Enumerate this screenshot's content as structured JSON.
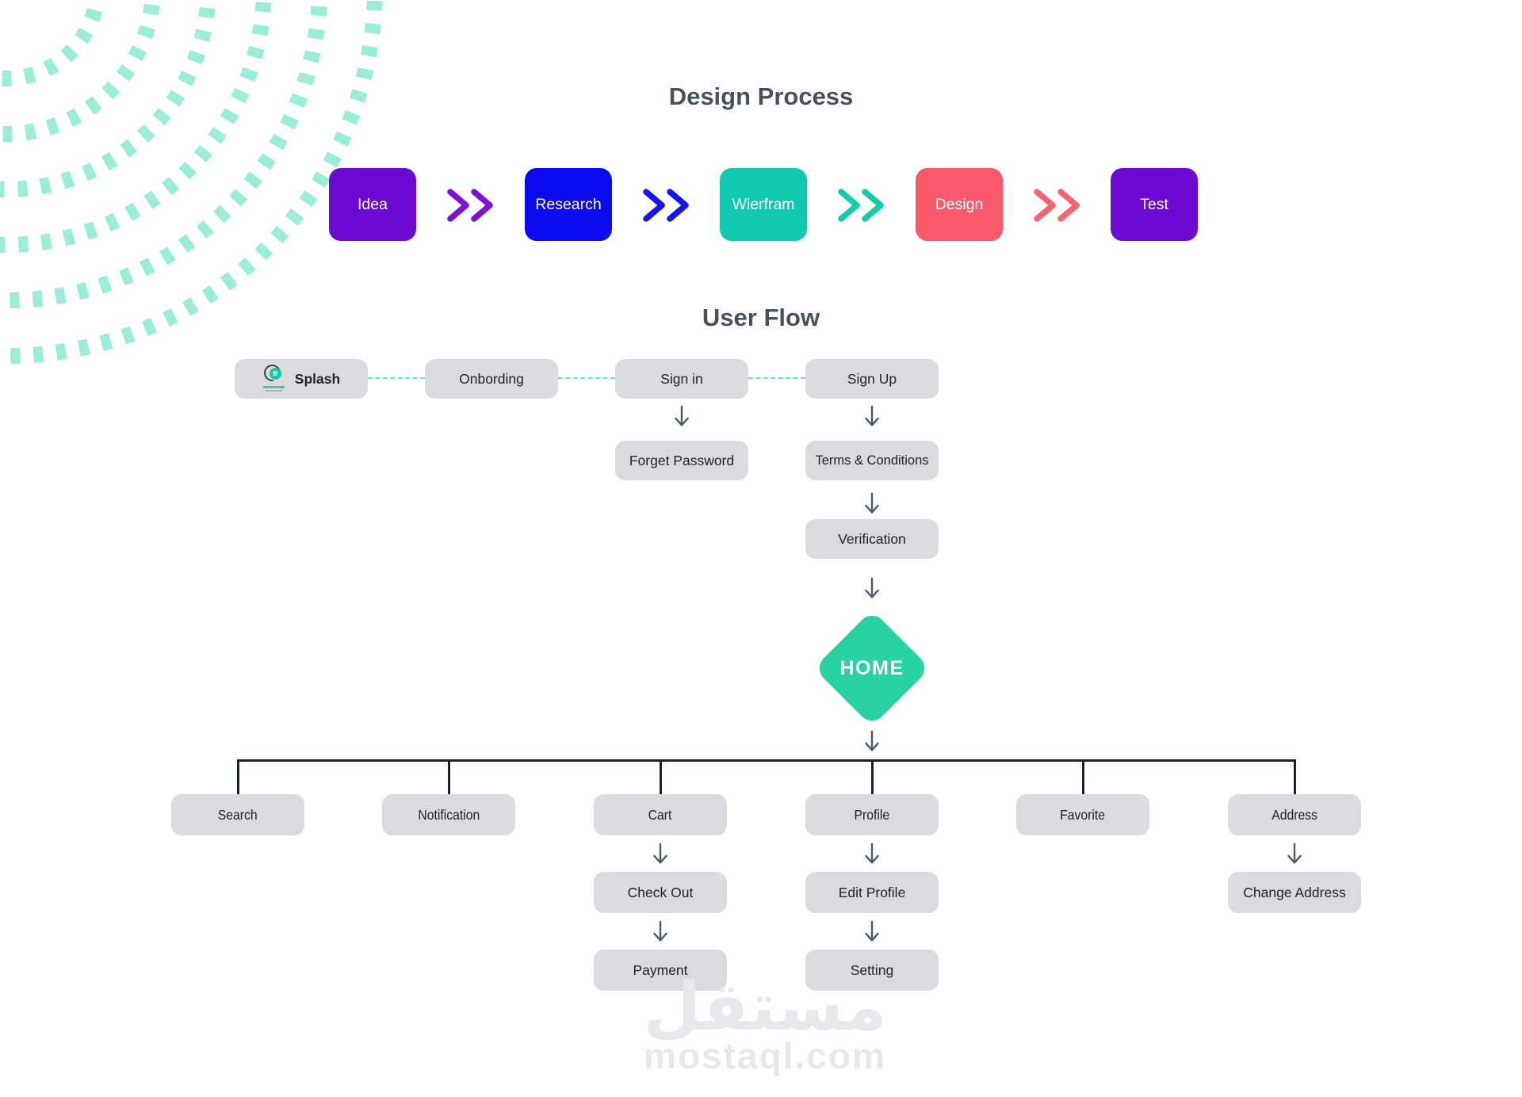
{
  "design_process": {
    "title": "Design Process",
    "steps": [
      {
        "label": "Idea",
        "color": "#6C09D2",
        "bg": "background:#6C09D2"
      },
      {
        "label": "Research",
        "color": "#0B0BF2",
        "bg": "background:#0B0BF2"
      },
      {
        "label": "Wierfram",
        "color": "#10C9AE",
        "bg": "background:#10C9AE"
      },
      {
        "label": "Design",
        "color": "#F9596B",
        "bg": "background:#F9596B"
      },
      {
        "label": "Test",
        "color": "#6C09D2",
        "bg": "background:#6C09D2"
      }
    ],
    "chevrons": [
      {
        "color": "#7B12DA",
        "style": "color:#7B12DA"
      },
      {
        "color": "#1414F5",
        "style": "color:#1414F5"
      },
      {
        "color": "#14CCAC",
        "style": "color:#14CCAC"
      },
      {
        "color": "#F96470",
        "style": "color:#F96470"
      }
    ]
  },
  "user_flow": {
    "title": "User Flow",
    "nodes": {
      "splash": "Splash",
      "onbording": "Onbording",
      "sign_in": "Sign in",
      "sign_up": "Sign Up",
      "forget_password": "Forget Password",
      "terms": "Terms & Conditions",
      "verification": "Verification",
      "home": "HOME",
      "search": "Search",
      "notification": "Notification",
      "cart": "Cart",
      "profile": "Profile",
      "favorite": "Favorite",
      "address": "Address",
      "check_out": "Check Out",
      "edit_profile": "Edit Profile",
      "payment": "Payment",
      "setting": "Setting",
      "change_address": "Change Address"
    },
    "home_style": "background:#27D3A2"
  },
  "logo": {
    "letter": "e"
  },
  "watermark": {
    "arabic": "مستقل",
    "latin": "mostaql.com"
  },
  "palette": {
    "purple": "#6C09D2",
    "blue": "#0B0BF2",
    "teal": "#10C9AE",
    "coral": "#F9596B",
    "home_green": "#27D3A2",
    "node_gray": "#DBDBDD",
    "title_slate": "#46525C",
    "arrow_slate": "#4D5D68",
    "line_dark": "#1B2126",
    "dash_mint": "#69E8C6",
    "arc_mint": "#9AEDD6",
    "watermark_gray": "#E8E8EB"
  }
}
